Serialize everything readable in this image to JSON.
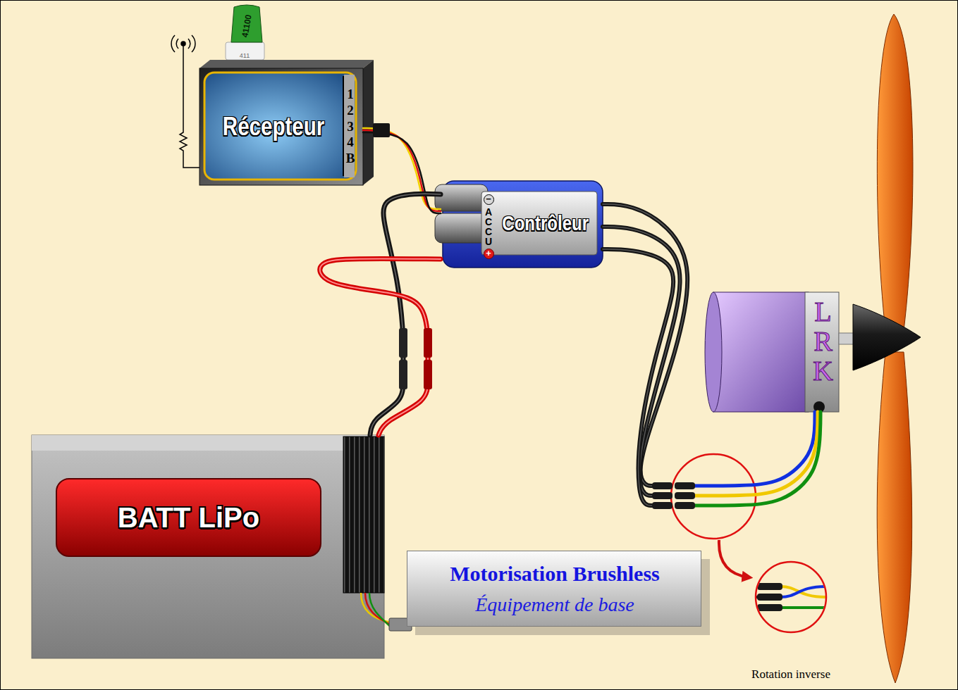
{
  "diagram": {
    "nodes": [
      {
        "text": [
          "Récepteur",
          "1 2 3 4 B"
        ]
      },
      {
        "text": [
          "Contrôleur",
          "−",
          "ACCU",
          "+"
        ]
      },
      {
        "text": [
          "LRK"
        ]
      },
      {
        "text": [
          "BATT LiPo"
        ]
      },
      {
        "text": [
          "Motorisation Brushless",
          "Équipement de base"
        ]
      }
    ],
    "edges": [
      {
        "from": 0,
        "to": 1,
        "arrow": "none"
      },
      {
        "from": 3,
        "to": 1,
        "arrow": "none"
      },
      {
        "from": 1,
        "to": 2,
        "arrow": "none"
      }
    ],
    "labels": [
      "41100",
      "411",
      "Rotation inverse"
    ]
  }
}
